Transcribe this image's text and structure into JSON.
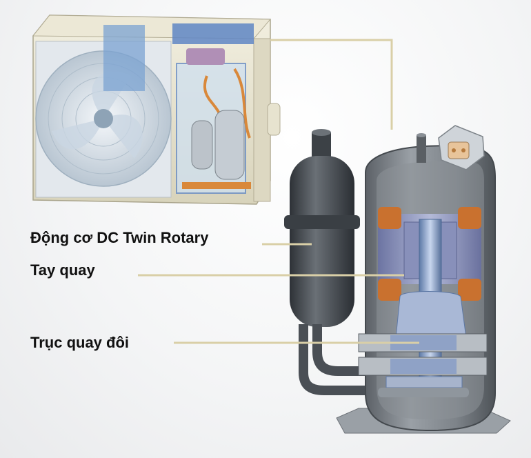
{
  "labels": [
    {
      "id": "dc-motor",
      "text": "Động cơ DC Twin Rotary"
    },
    {
      "id": "crank",
      "text": "Tay quay"
    },
    {
      "id": "twin-shaft",
      "text": "Trục quay đôi"
    }
  ],
  "colors": {
    "leader_line": "#d9cfa7",
    "motor_orange": "#c9712f",
    "stator_blue": "#8b93bd",
    "shell_grey": "#7c8187",
    "accumulator_dark": "#4a4f55",
    "unit_casing": "#e9e5d2"
  }
}
